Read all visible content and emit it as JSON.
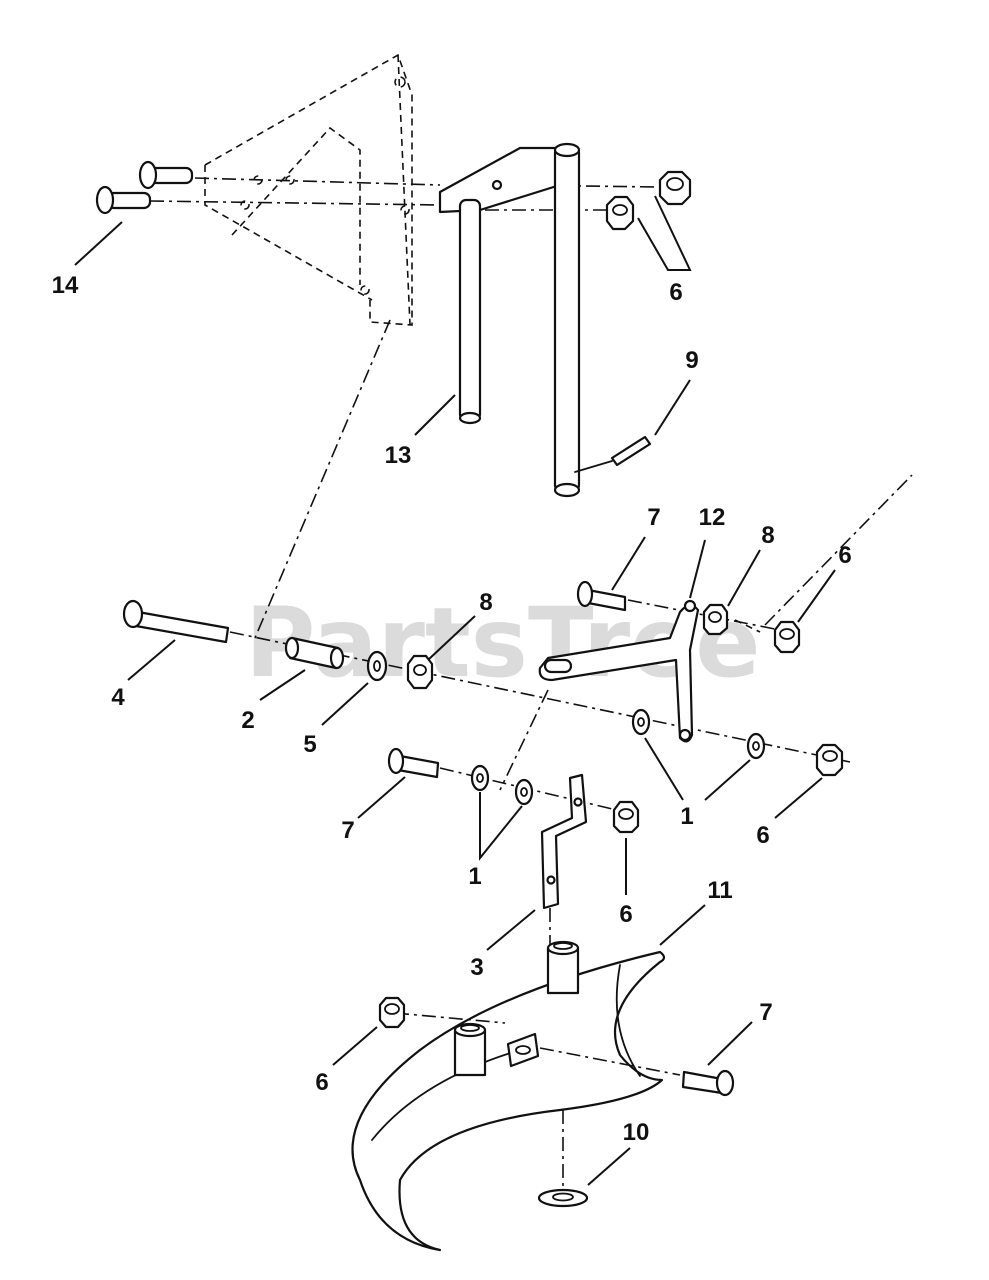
{
  "watermark": "PartsTree",
  "callouts": {
    "c14": "14",
    "c6a": "6",
    "c13": "13",
    "c9": "9",
    "c7a": "7",
    "c12": "12",
    "c8a": "8",
    "c6b": "6",
    "c8b": "8",
    "c4": "4",
    "c2": "2",
    "c5": "5",
    "c1a": "1",
    "c6c": "6",
    "c7b": "7",
    "c1b": "1",
    "c6d": "6",
    "c3": "3",
    "c11": "11",
    "c7c": "7",
    "c6e": "6",
    "c10": "10"
  }
}
